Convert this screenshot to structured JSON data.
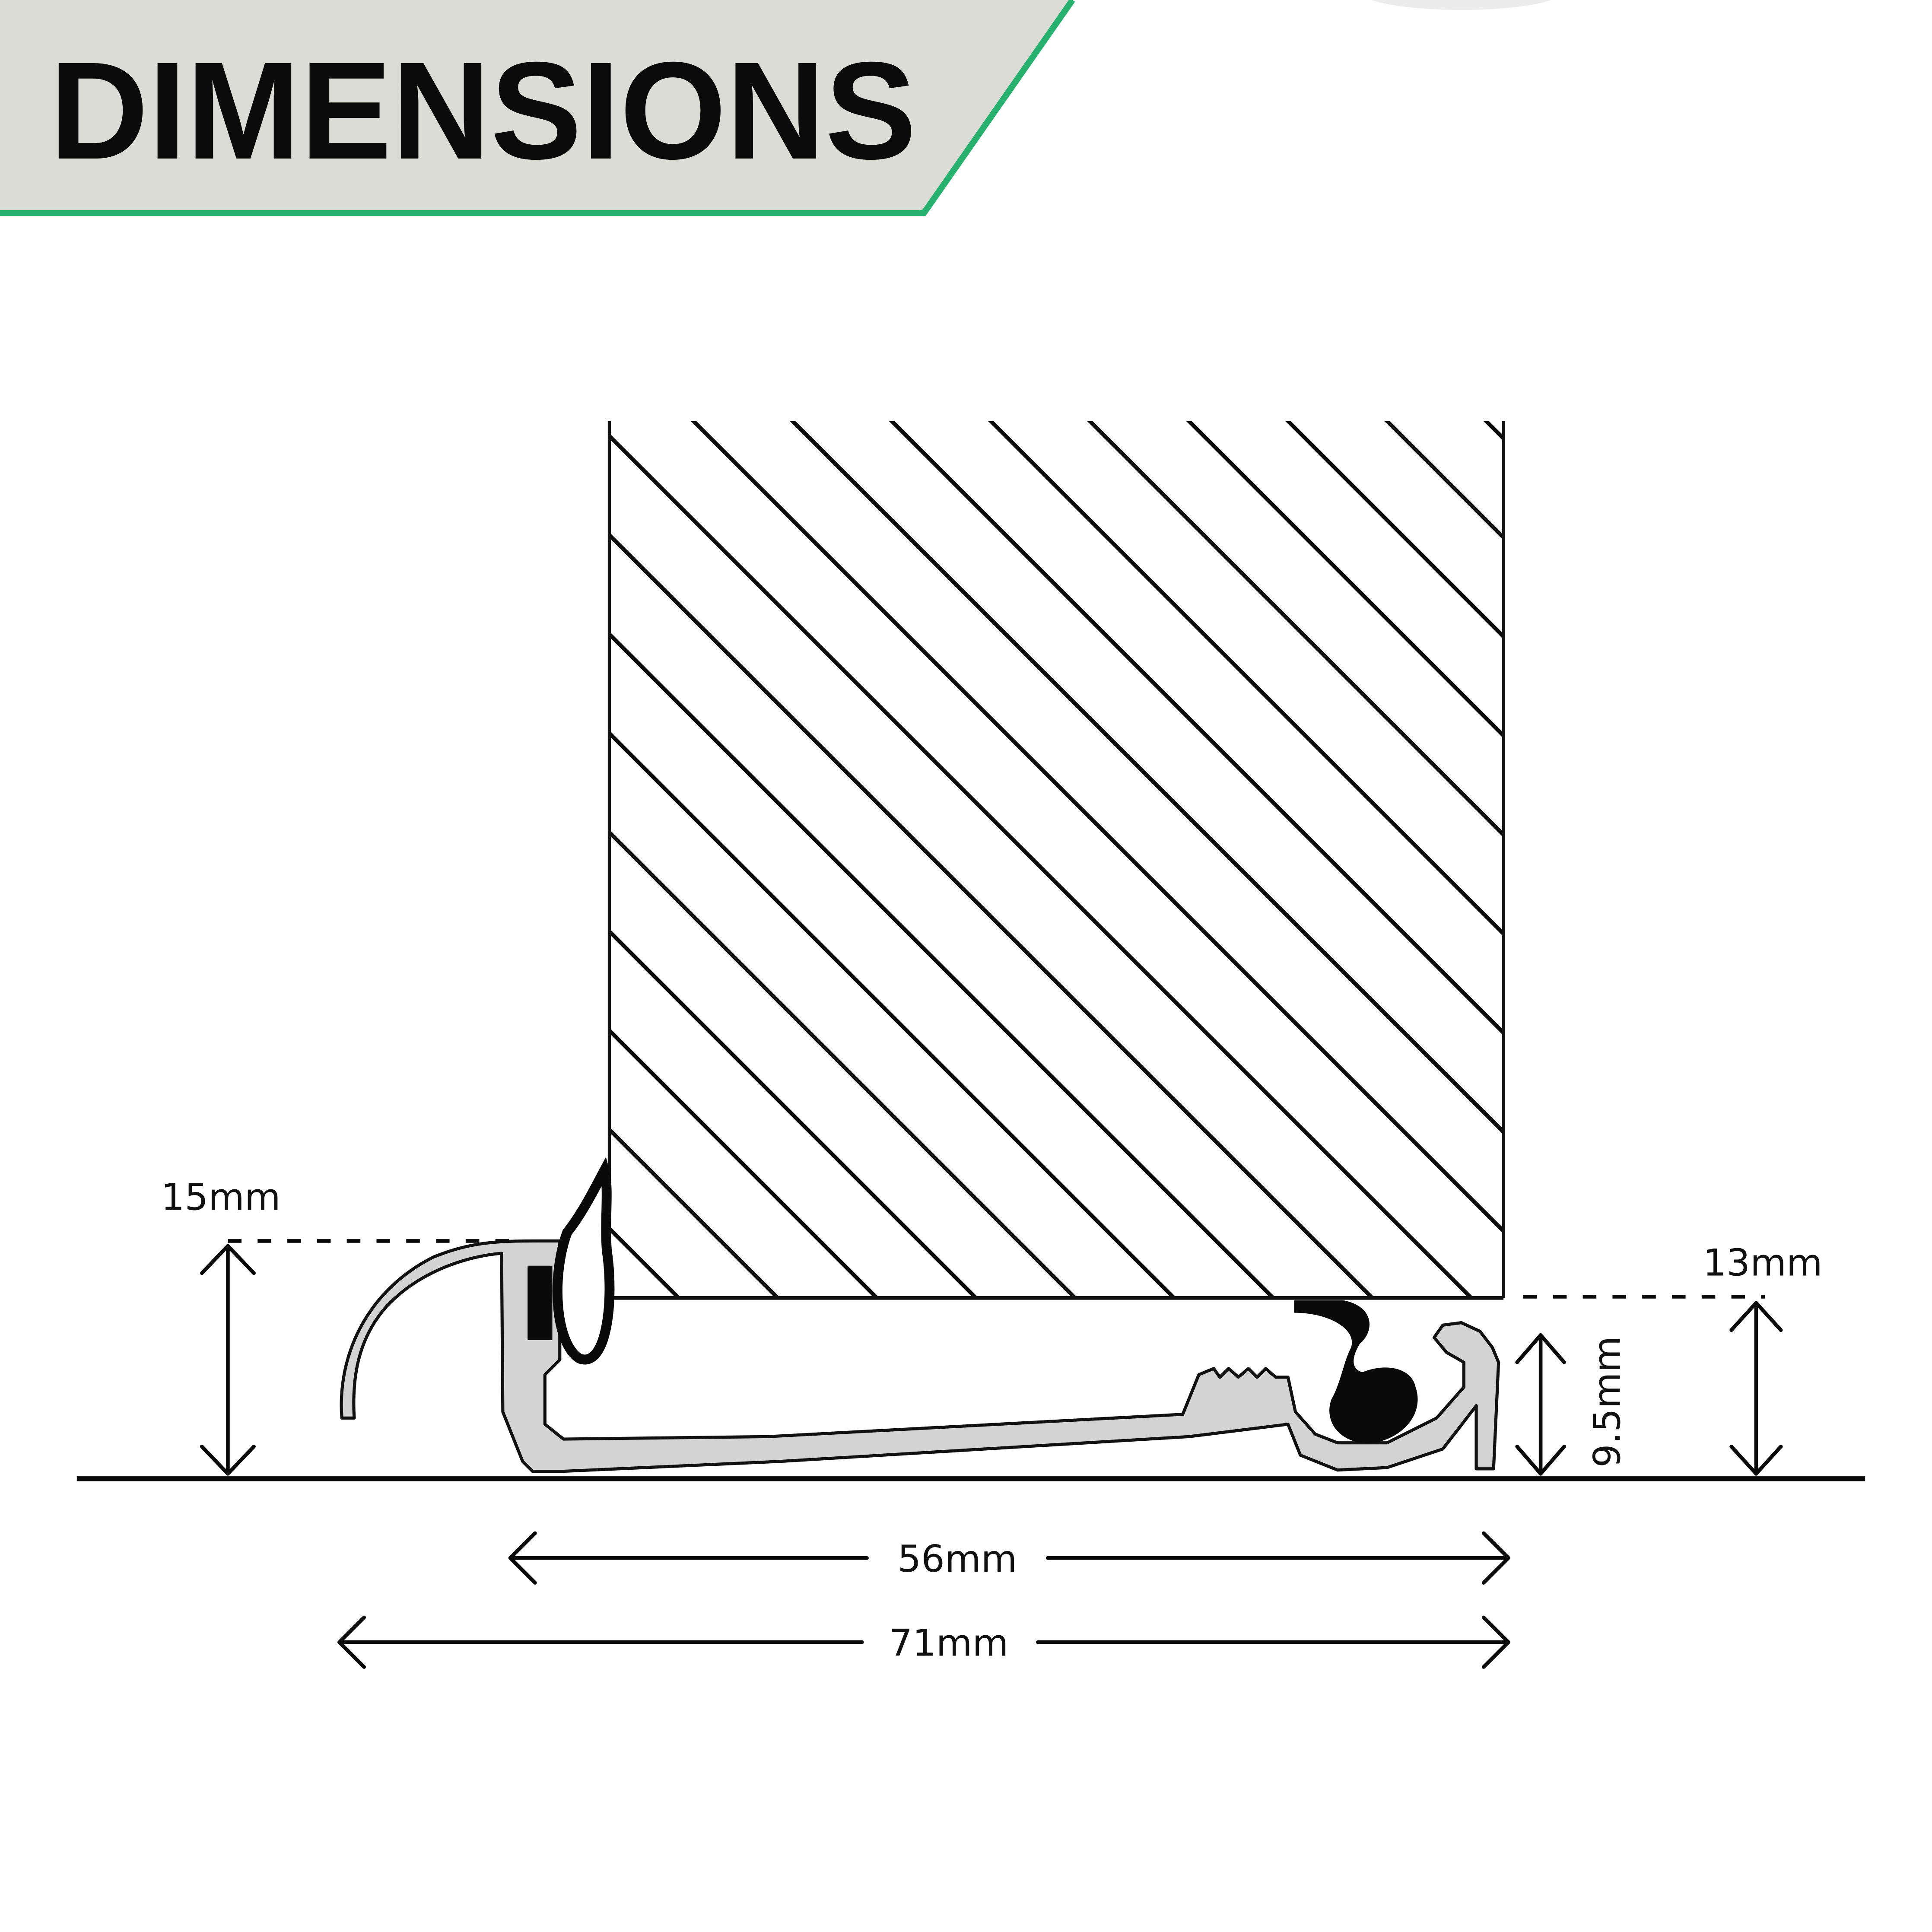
{
  "header": {
    "title": "DIMENSIONS",
    "banner_color": "#dcdcd6",
    "accent_color": "#27b06e"
  },
  "diagram": {
    "subject": "Door threshold profile cross-section beneath hatched door",
    "door_pattern": "diagonal-hatch",
    "profile_color": "#d3d3d3",
    "seal_color": "#0a0a0a",
    "dimensions": {
      "left_height": "15mm",
      "right_height_outer": "13mm",
      "right_height_inner": "9.5mm",
      "inner_width": "56mm",
      "overall_width": "71mm"
    }
  }
}
